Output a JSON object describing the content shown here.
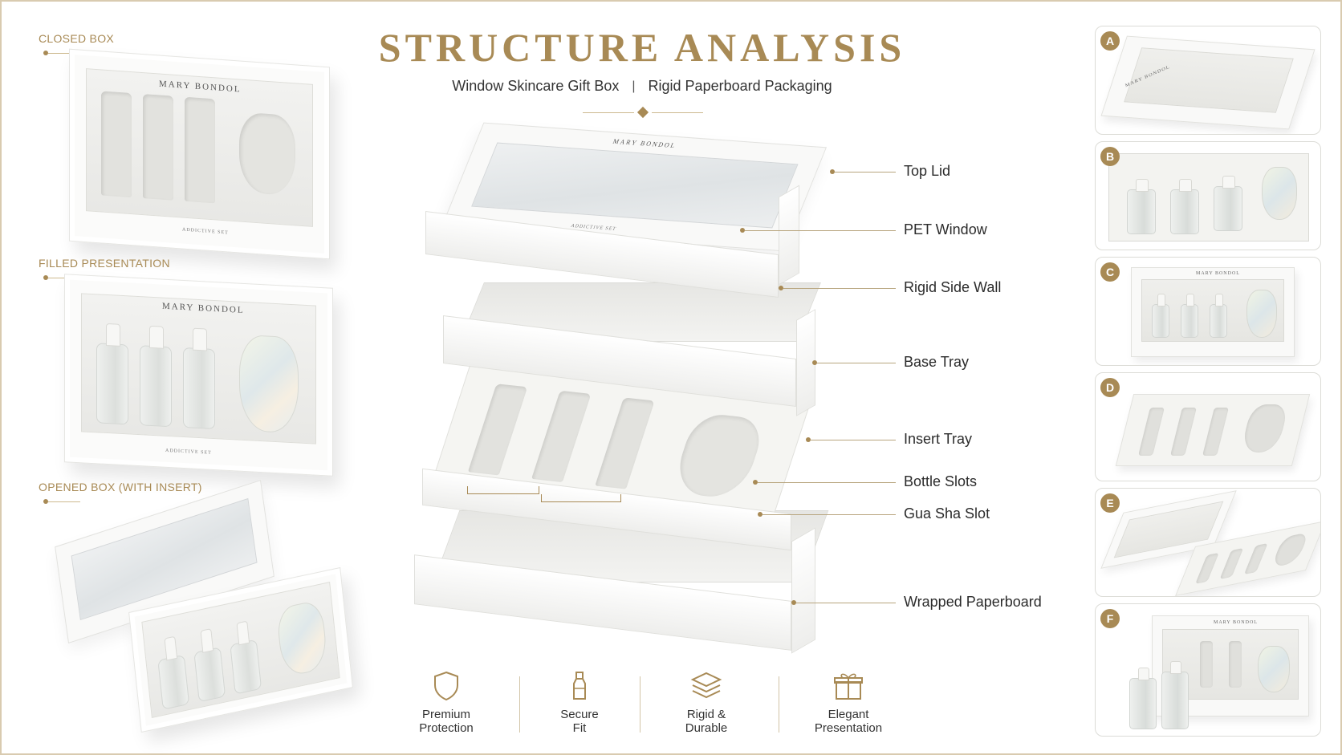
{
  "header": {
    "title": "STRUCTURE ANALYSIS",
    "subtitle_left": "Window Skincare Gift Box",
    "subtitle_sep": "|",
    "subtitle_right": "Rigid Paperboard Packaging"
  },
  "left_sections": [
    {
      "label": "CLOSED BOX"
    },
    {
      "label": "FILLED PRESENTATION"
    },
    {
      "label": "OPENED BOX (WITH INSERT)"
    }
  ],
  "product": {
    "brand": "MARY BONDOL",
    "set_name": "ADDICTIVE SET"
  },
  "callouts": [
    {
      "label": "Top Lid"
    },
    {
      "label": "PET Window"
    },
    {
      "label": "Rigid Side Wall"
    },
    {
      "label": "Base Tray"
    },
    {
      "label": "Insert Tray"
    },
    {
      "label": "Bottle Slots"
    },
    {
      "label": "Gua Sha Slot"
    },
    {
      "label": "Wrapped Paperboard"
    }
  ],
  "features": [
    {
      "line1": "Premium",
      "line2": "Protection",
      "icon": "shield-icon"
    },
    {
      "line1": "Secure",
      "line2": "Fit",
      "icon": "bottle-icon"
    },
    {
      "line1": "Rigid &",
      "line2": "Durable",
      "icon": "layers-icon"
    },
    {
      "line1": "Elegant",
      "line2": "Presentation",
      "icon": "gift-icon"
    }
  ],
  "thumbnails": [
    {
      "badge": "A"
    },
    {
      "badge": "B"
    },
    {
      "badge": "C"
    },
    {
      "badge": "D"
    },
    {
      "badge": "E"
    },
    {
      "badge": "F"
    }
  ],
  "colors": {
    "accent_gold": "#a88a55",
    "background": "#ffffff",
    "text": "#2b2b2b"
  }
}
